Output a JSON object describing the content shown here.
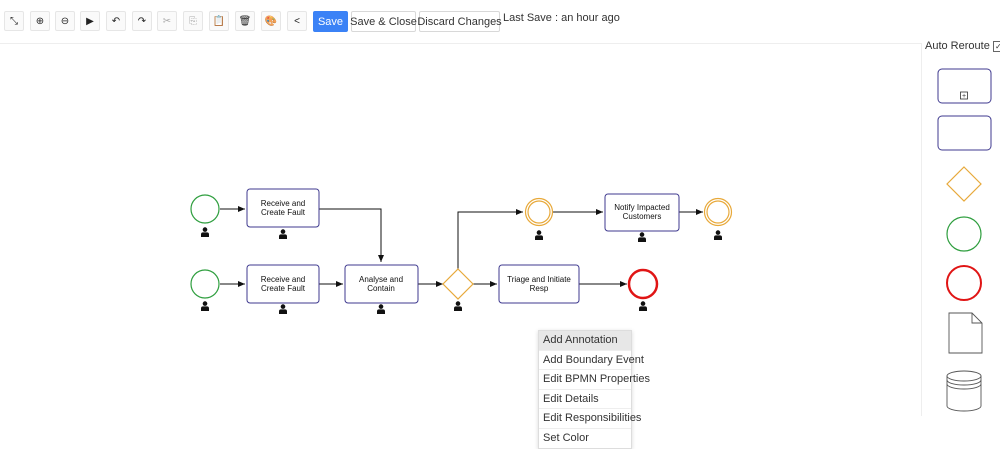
{
  "toolbar": {
    "icons": [
      {
        "name": "fit-screen-icon",
        "glyph": "⤡"
      },
      {
        "name": "zoom-in-icon",
        "glyph": "⊕"
      },
      {
        "name": "zoom-out-icon",
        "glyph": "⊖"
      },
      {
        "name": "play-icon",
        "glyph": "▶"
      },
      {
        "name": "undo-icon",
        "glyph": "↶"
      },
      {
        "name": "redo-icon",
        "glyph": "↷"
      },
      {
        "name": "cut-icon",
        "glyph": "✂"
      },
      {
        "name": "copy-icon",
        "glyph": "⎘"
      },
      {
        "name": "paste-icon",
        "glyph": "📋"
      },
      {
        "name": "delete-icon",
        "glyph": "🗑"
      },
      {
        "name": "palette-icon",
        "glyph": "🎨"
      },
      {
        "name": "share-icon",
        "glyph": "<"
      }
    ],
    "save_label": "Save",
    "save_close_label": "Save & Close",
    "discard_label": "Discard Changes",
    "last_save": "Last Save : an hour ago"
  },
  "auto_reroute": {
    "label": "Auto Reroute",
    "checked": true,
    "check_glyph": "✓"
  },
  "diagram": {
    "tasks": {
      "receive_fault_top": [
        "Receive and",
        "Create Fault"
      ],
      "receive_fault_bottom": [
        "Receive and",
        "Create Fault"
      ],
      "analyse": [
        "Analyse and",
        "Contain"
      ],
      "triage": [
        "Triage and Initiate",
        "Resp"
      ],
      "notify": [
        "Notify Impacted",
        "Customers"
      ]
    },
    "colors": {
      "task_border": "#3f3a8f",
      "start_event": "#2e9e3e",
      "intermediate_event": "#e8a93a",
      "end_event": "#e01515",
      "gateway": "#e8a93a",
      "connector": "#111111"
    }
  },
  "context_menu": {
    "items": [
      "Add Annotation",
      "Add Boundary Event",
      "Edit BPMN Properties",
      "Edit Details",
      "Edit Responsibilities",
      "Set Color"
    ]
  },
  "palette": {
    "items": [
      "subprocess-shape",
      "task-shape",
      "gateway-shape",
      "start-event-shape",
      "end-event-shape",
      "data-object-shape",
      "data-store-shape"
    ],
    "subprocess_marker": "+"
  }
}
